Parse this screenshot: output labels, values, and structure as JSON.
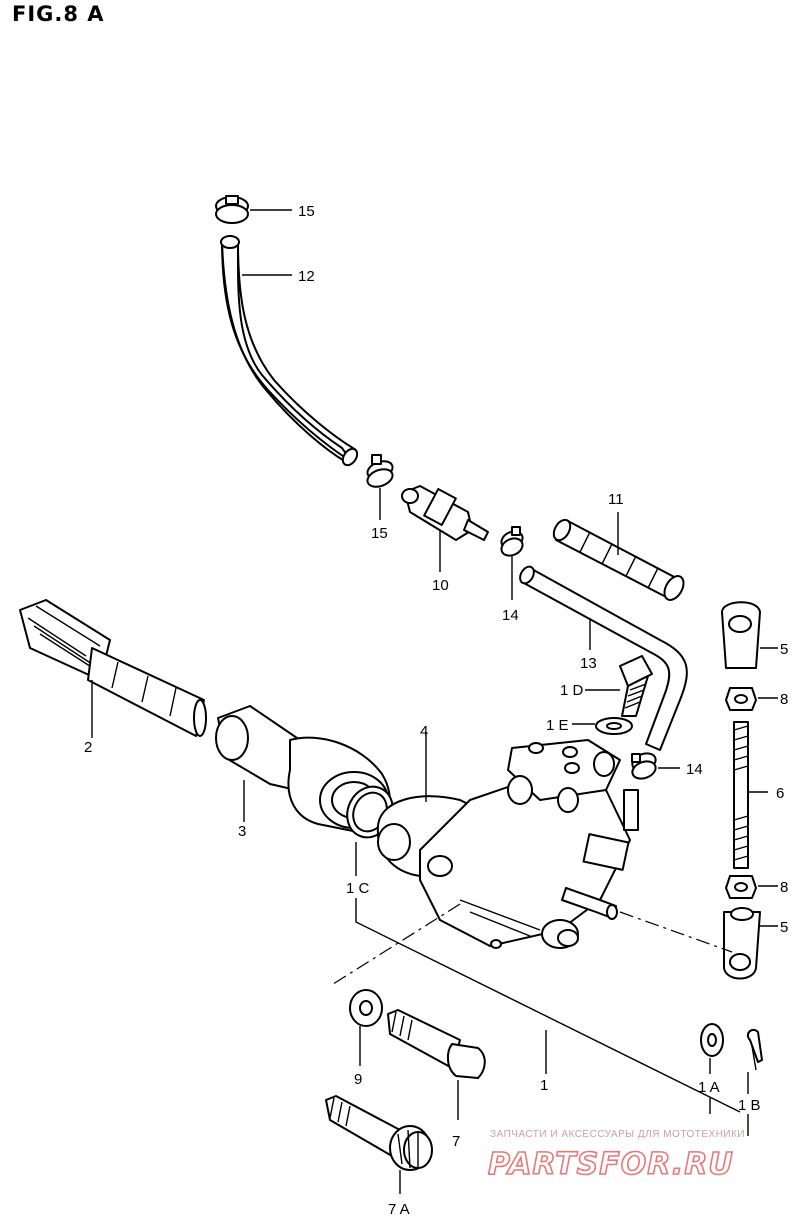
{
  "figure": {
    "title": "FIG.8 A"
  },
  "parts": [
    {
      "id": "p15a",
      "label": "15"
    },
    {
      "id": "p12",
      "label": "12"
    },
    {
      "id": "p15b",
      "label": "15"
    },
    {
      "id": "p10",
      "label": "10"
    },
    {
      "id": "p14a",
      "label": "14"
    },
    {
      "id": "p11",
      "label": "11"
    },
    {
      "id": "p13",
      "label": "13"
    },
    {
      "id": "p5a",
      "label": "5"
    },
    {
      "id": "p8a",
      "label": "8"
    },
    {
      "id": "p1d",
      "label": "1 D"
    },
    {
      "id": "p1e",
      "label": "1 E"
    },
    {
      "id": "p14b",
      "label": "14"
    },
    {
      "id": "p6",
      "label": "6"
    },
    {
      "id": "p2",
      "label": "2"
    },
    {
      "id": "p4",
      "label": "4"
    },
    {
      "id": "p3",
      "label": "3"
    },
    {
      "id": "p1c",
      "label": "1 C"
    },
    {
      "id": "p8b",
      "label": "8"
    },
    {
      "id": "p5b",
      "label": "5"
    },
    {
      "id": "p9",
      "label": "9"
    },
    {
      "id": "p1",
      "label": "1"
    },
    {
      "id": "p1a",
      "label": "1 A"
    },
    {
      "id": "p1b",
      "label": "1 B"
    },
    {
      "id": "p7",
      "label": "7"
    },
    {
      "id": "p7a",
      "label": "7 A"
    }
  ],
  "watermark": {
    "tagline": "ЗАПЧАСТИ И АКСЕССУАРЫ ДЛЯ МОТОТЕХНИКИ",
    "logo": "PARTSFOR.RU",
    "color": "#e87777"
  }
}
